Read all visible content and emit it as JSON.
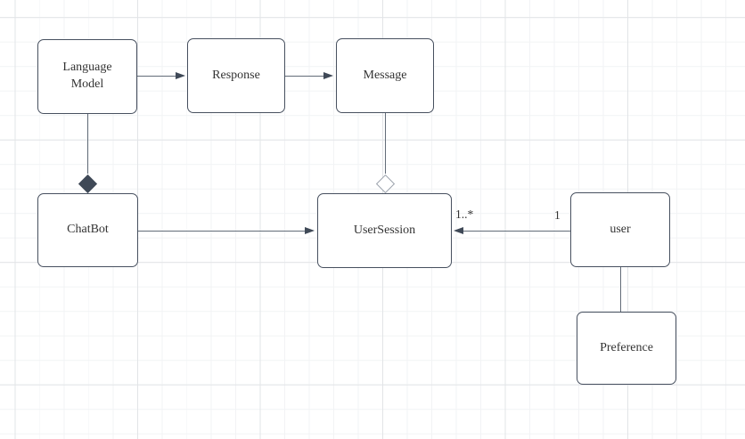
{
  "diagram": {
    "type": "uml-class-diagram",
    "nodes": [
      {
        "id": "language-model",
        "label": "Language Model"
      },
      {
        "id": "response",
        "label": "Response"
      },
      {
        "id": "message",
        "label": "Message"
      },
      {
        "id": "chatbot",
        "label": "ChatBot"
      },
      {
        "id": "user-session",
        "label": "UserSession"
      },
      {
        "id": "user",
        "label": "user"
      },
      {
        "id": "preference",
        "label": "Preference"
      }
    ],
    "edges": [
      {
        "from": "Language Model",
        "to": "Response",
        "type": "directed-arrow"
      },
      {
        "from": "Response",
        "to": "Message",
        "type": "directed-arrow"
      },
      {
        "from": "Language Model",
        "to": "ChatBot",
        "type": "composition-filled-diamond"
      },
      {
        "from": "Message",
        "to": "UserSession",
        "type": "aggregation-hollow-diamond"
      },
      {
        "from": "ChatBot",
        "to": "UserSession",
        "type": "directed-arrow"
      },
      {
        "from": "user",
        "to": "UserSession",
        "type": "directed-arrow",
        "source_label": "1",
        "target_label": "1..*"
      },
      {
        "from": "user",
        "to": "Preference",
        "type": "plain-line"
      }
    ],
    "colors": {
      "node_border": "#47505f",
      "node_fill": "#ffffff",
      "edge_line": "#626c78",
      "arrowhead": "#3f4957",
      "text": "#333333",
      "grid_minor": "#f2f3f5",
      "grid_major": "#e2e4e7",
      "canvas_background": "#ffffff"
    }
  }
}
